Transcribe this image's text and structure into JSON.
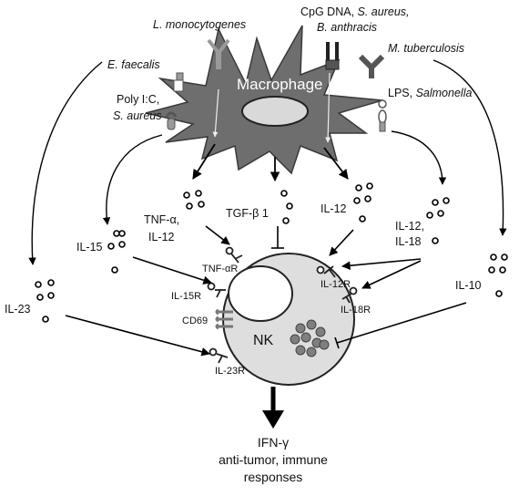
{
  "pathogens": {
    "l_monocytogenes": "L. monocytogenes",
    "cpg_dna": "CpG DNA, ",
    "s_aureus_1": "S. aureus,",
    "b_anthracis": "B. anthracis",
    "m_tuberculosis": "M. tuberculosis",
    "e_faecalis": "E. faecalis",
    "poly_ic": "Poly I:C,",
    "s_aureus_2": "S. aureus",
    "lps": "LPS, ",
    "salmonella": "Salmonella"
  },
  "cells": {
    "macrophage": "Macrophage",
    "nk": "NK"
  },
  "cytokines": {
    "tnf_alpha": "TNF-α,",
    "il12_a": "IL-12",
    "tgf_beta": "TGF-β 1",
    "il12_b": "IL-12",
    "il12_c": "IL-12,",
    "il18": "IL-18",
    "il15": "IL-15",
    "il10": "IL-10",
    "il23": "IL-23"
  },
  "receptors": {
    "tnf_alpha_r": "TNF-αR",
    "il12r": "IL-12R",
    "il15r": "IL-15R",
    "il18r": "IL-18R",
    "cd69": "CD69",
    "il23r": "IL-23R"
  },
  "output": {
    "ifn_gamma": "IFN-γ",
    "line2": "anti-tumor, immune",
    "line3": "responses"
  },
  "colors": {
    "macrophage_fill": "#6e6e6e",
    "nucleus_fill": "#d9d9d9",
    "nk_fill": "#dedede",
    "granule_fill": "#7f7f7f",
    "arrow": "#000000"
  }
}
